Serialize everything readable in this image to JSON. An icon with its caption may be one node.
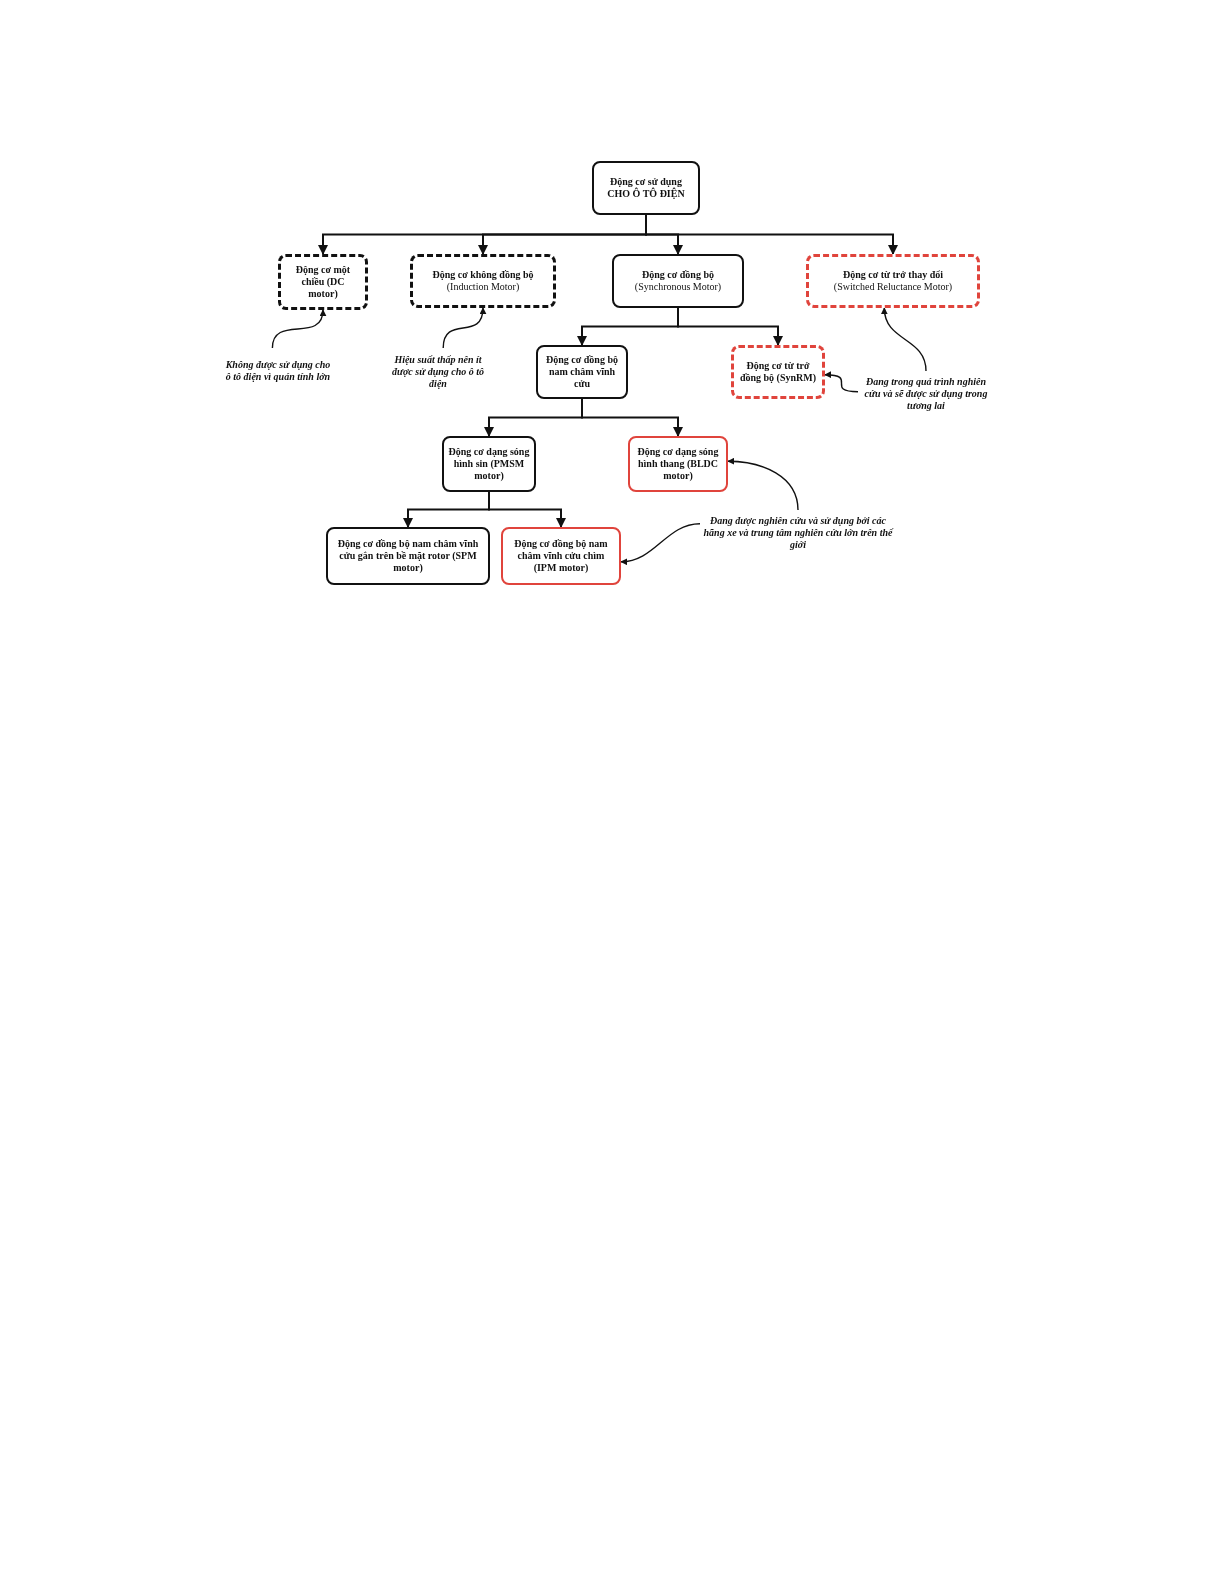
{
  "diagram": {
    "nodes": [
      {
        "text": [
          "Động cơ sử dụng CHO Ô TÔ ĐIỆN"
        ]
      },
      {
        "text": [
          "Động cơ một chiều (DC motor)"
        ]
      },
      {
        "text": [
          "Động cơ không đồng bộ",
          "(Induction Motor)"
        ]
      },
      {
        "text": [
          "Động cơ đồng bộ",
          "(Synchronous Motor)"
        ]
      },
      {
        "text": [
          "Động cơ từ trở thay đổi",
          "(Switched Reluctance Motor)"
        ]
      },
      {
        "text": [
          "Động cơ đồng bộ nam châm vĩnh cửu"
        ]
      },
      {
        "text": [
          "Động cơ từ trở đồng bộ (SynRM)"
        ]
      },
      {
        "text": [
          "Động cơ dạng sóng hình sin (PMSM motor)"
        ]
      },
      {
        "text": [
          "Động cơ dạng sóng hình thang (BLDC motor)"
        ]
      },
      {
        "text": [
          "Động cơ đồng bộ nam châm vĩnh cửu gắn trên bề mặt rotor (SPM motor)"
        ]
      },
      {
        "text": [
          "Động cơ đồng bộ nam châm vĩnh cửu chìm (IPM motor)"
        ]
      },
      {
        "text": [
          "Không được sử dụng cho ô tô điện vì quán tính lớn"
        ]
      },
      {
        "text": [
          "Hiệu suất thấp nên ít được sử dụng cho ô tô điện"
        ]
      },
      {
        "text": [
          "Đang trong quá trình nghiên cứu và sẽ được sử dụng trong tương lai"
        ]
      },
      {
        "text": [
          "Đang được nghiên cứu và sử dụng bởi các hãng xe và trung tâm nghiên cứu lớn trên thế giới"
        ]
      }
    ],
    "edges": [
      {
        "from": 0,
        "to": 1,
        "arrow": "to"
      },
      {
        "from": 0,
        "to": 2,
        "arrow": "to"
      },
      {
        "from": 0,
        "to": 3,
        "arrow": "to"
      },
      {
        "from": 0,
        "to": 4,
        "arrow": "to"
      },
      {
        "from": 3,
        "to": 5,
        "arrow": "to"
      },
      {
        "from": 3,
        "to": 6,
        "arrow": "to"
      },
      {
        "from": 5,
        "to": 7,
        "arrow": "to"
      },
      {
        "from": 5,
        "to": 8,
        "arrow": "to"
      },
      {
        "from": 7,
        "to": 9,
        "arrow": "to"
      },
      {
        "from": 7,
        "to": 10,
        "arrow": "to"
      },
      {
        "from": 11,
        "to": 1,
        "arrow": "to"
      },
      {
        "from": 12,
        "to": 2,
        "arrow": "to"
      },
      {
        "from": 13,
        "to": 4,
        "arrow": "to"
      },
      {
        "from": 13,
        "to": 6,
        "arrow": "to"
      },
      {
        "from": 14,
        "to": 8,
        "arrow": "to"
      },
      {
        "from": 14,
        "to": 10,
        "arrow": "to"
      }
    ]
  }
}
